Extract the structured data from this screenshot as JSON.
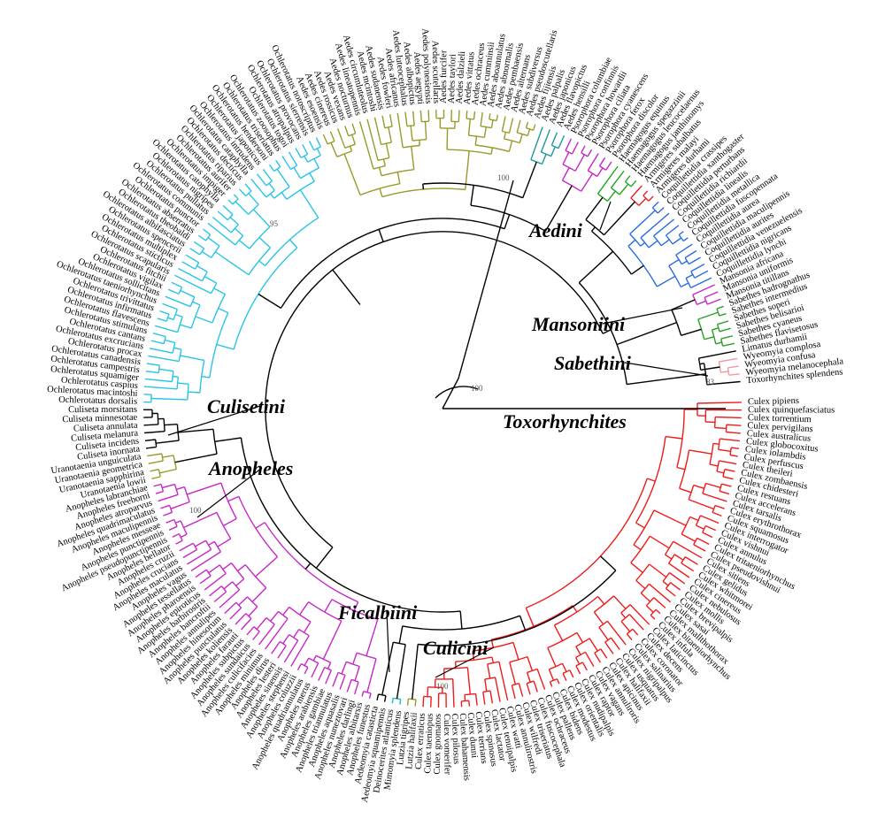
{
  "colors": {
    "Ochlerotatus": "#29c4e6",
    "Aedes": "#9a9a2a",
    "AedesSmall": "#1a9a9a",
    "Psorophora": "#c727c7",
    "Haemagogus": "#22a522",
    "Armigeres": "#e22424",
    "Coquillettidia": "#2a6de0",
    "Mansonia": "#c727c7",
    "Sabethes": "#2aa02a",
    "Limatus": "#9090e8",
    "Wyeomyia": "#f09a9a",
    "Culex": "#ee1c1c",
    "Anopheles": "#c727c7",
    "Uranotaenia": "#9a9a2a",
    "Culiseta": "#000000",
    "Ficalbiini": "#1fb8c9",
    "Lutzia": "#9a9a2a",
    "other": "#000000"
  },
  "clade_labels": [
    {
      "name": "Aedini",
      "id": "aedini"
    },
    {
      "name": "Mansoniini",
      "id": "mansoniini"
    },
    {
      "name": "Sabethini",
      "id": "sabethini"
    },
    {
      "name": "Toxorhynchites",
      "id": "toxorhynchites"
    },
    {
      "name": "Culisetini",
      "id": "culisetini"
    },
    {
      "name": "Anopheles",
      "id": "anopheles"
    },
    {
      "name": "Ficalbiini",
      "id": "ficalbiini"
    },
    {
      "name": "Culicini",
      "id": "culicini"
    }
  ],
  "bootstrap": [
    "100",
    "95",
    "100",
    "83",
    "100",
    "100"
  ],
  "groups": [
    {
      "color": "Culex",
      "taxa": [
        "Culex pipiens",
        "Culex quinquefasciatus",
        "Culex torrentium",
        "Culex pervigilans",
        "Culex australicus",
        "Culex globocoxitus",
        "Culex iolambdis",
        "Culex perfuscus",
        "Culex theileri",
        "Culex zombaensis",
        "Culex chidesteri",
        "Culex restuans",
        "Culex accelerans",
        "Culex tarsalis",
        "Culex erythrothorax",
        "Culex squamosus",
        "Culex interrogator",
        "Culex vishnui",
        "Culex annulus",
        "Culex tritaeniorhynchus",
        "Culex pseudovishnui",
        "Culex sitiens",
        "Culex gelidus",
        "Culex whitmorei",
        "Culex cinereus",
        "Culex nebulosus",
        "Culex mollis",
        "Culex brevipalpis",
        "Culex sasai",
        "Culex mallthothorax",
        "Culex bitaeniorhynchus",
        "Culex infula",
        "Culex laticinctus",
        "Culex decens",
        "Culex coronator",
        "Culex salinarius",
        "Culex nigripalpus",
        "Culex usquatus",
        "Culex halifaxii",
        "Culex apicinus",
        "Culex annuliroris",
        "Culex vagans",
        "Culex raptor",
        "Culex nudipalpis",
        "Culex orientalis",
        "Culex modestus",
        "Culex bidens",
        "Culex pallens",
        "Culex ochraceus",
        "Culex fuscocephala",
        "Culex triseriatus",
        "Culex wilfredi",
        "Culex annulirostris",
        "Culex watti",
        "Culex tenuipalpis",
        "Culex lactator",
        "Culex spinosus",
        "Culex terrians",
        "Culex dunni",
        "Culex bahamensis",
        "Culex pilosus",
        "Culex vomerifer",
        "Culex gnomatos",
        "Culex taeniopus",
        "Culex erraticus"
      ]
    },
    {
      "color": "Lutzia",
      "taxa": [
        "Lutzia halifaxii",
        "Lutzia tigripes"
      ]
    },
    {
      "color": "Ficalbiini",
      "taxa": [
        "Mimomyia splendens",
        "Deinocerites atlanticus"
      ]
    },
    {
      "color": "other",
      "taxa": [
        "Aedeomyia squamipennis",
        "Aedeomyia catasticta"
      ]
    },
    {
      "color": "Anopheles",
      "taxa": [
        "Anopheles funestus",
        "Anopheles albitarsis",
        "Anopheles darlingi",
        "Anopheles nuneztovari",
        "Anopheles aquasalis",
        "Anopheles triannulatus",
        "Anopheles gambiae",
        "Anopheles arabiensis",
        "Anopheles merus",
        "Anopheles quadriannulatus",
        "Anopheles coluzzii",
        "Anopheles stephensi",
        "Anopheles sinensis",
        "Anopheles lesteri",
        "Anopheles dirus",
        "Anopheles minimus",
        "Anopheles culicifacies",
        "Anopheles sundaicus",
        "Anopheles subpictus",
        "Anopheles farauti",
        "Anopheles koliensis",
        "Anopheles punctulatus",
        "Anopheles hinesorum",
        "Anopheles annulipes",
        "Anopheles bancroftii",
        "Anopheles barbirostris",
        "Anopheles epiroticus",
        "Anopheles pharoensis",
        "Anopheles tessellatus",
        "Anopheles vagus",
        "Anopheles maculatus",
        "Anopheles crucians",
        "Anopheles cruzii",
        "Anopheles bellator",
        "Anopheles pseudopunctipennis",
        "Anopheles punctipennis",
        "Anopheles messeae",
        "Anopheles maculipennis",
        "Anopheles quadrimaculatus",
        "Anopheles atroparvus",
        "Anopheles freeborni",
        "Anopheles labranchiae"
      ]
    },
    {
      "color": "Uranotaenia",
      "taxa": [
        "Uranotaenia lowii",
        "Uranotaenia sapphirina",
        "Uranotaenia geometrica",
        "Uranotaenia unguiculata"
      ]
    },
    {
      "color": "Culiseta",
      "taxa": [
        "Culiseta inornata",
        "Culiseta incidens",
        "Culiseta melanura",
        "Culiseta annulata",
        "Culiseta minnesotae",
        "Culiseta morsitans"
      ]
    },
    {
      "color": "Ochlerotatus",
      "taxa": [
        "Ochlerotatus dorsalis",
        "Ochlerotatus macintoshi",
        "Ochlerotatus caspius",
        "Ochlerotatus squamiger",
        "Ochlerotatus campestris",
        "Ochlerotatus canadensis",
        "Ochlerotatus procax",
        "Ochlerotatus excrucians",
        "Ochlerotatus cantans",
        "Ochlerotatus stimulans",
        "Ochlerotatus flavescens",
        "Ochlerotatus infirmatus",
        "Ochlerotatus trivittatus",
        "Ochlerotatus taeniorhynchus",
        "Ochlerotatus sollicitans",
        "Ochlerotatus vigilax",
        "Ochlerotatus fitchii",
        "Ochlerotatus scapularis",
        "Ochlerotatus sticticus",
        "Ochlerotatus multiplex",
        "Ochlerotatus spencerii",
        "Ochlerotatus albifasciatus",
        "Ochlerotatus theobaldi",
        "Ochlerotatus abserratus",
        "Ochlerotatus punctor",
        "Ochlerotatus communis",
        "Ochlerotatus pullatus",
        "Ochlerotatus nigripes",
        "Ochlerotatus catophylla",
        "Ochlerotatus impiger",
        "Ochlerotatus aurifer",
        "Ochlerotatus riparius",
        "Ochlerotatus decticus",
        "Ochlerotatus cataphylla",
        "Ochlerotatus intrudens",
        "Ochlerotatus japonicus",
        "Ochlerotatus hendersoni",
        "Ochlerotatus triseriatus",
        "Ochlerotatus zoosophus",
        "Ochlerotatus togoi",
        "Ochlerotatus atropalpus",
        "Ochlerotatus provocans",
        "Ochlerotatus sierrensis",
        "Ochlerotatus notoscriptus"
      ]
    },
    {
      "color": "Aedes",
      "taxa": [
        "Aedes esoensis",
        "Aedes cinereus",
        "Aedes rossicus",
        "Aedes vexans",
        "Aedes nocturnus",
        "Aedes lineatopennis",
        "Aedes circumluteolus",
        "Aedes mcintoshi",
        "Aedes sudanensis",
        "Aedes fowleri",
        "Aedes africanus",
        "Aedes luteocephalus",
        "Aedes albopictus",
        "Aedes aegypti",
        "Aedes polynesiensis",
        "Aedes scutellaris",
        "Aedes furcifer",
        "Aedes taylori",
        "Aedes dalzieli",
        "Aedes vittatus",
        "Aedes ochraceus",
        "Aedes cumminsii",
        "Aedes aboannulatus",
        "Aedes abnormalis",
        "Aedes pembaensis",
        "Aedes alternans",
        "Aedes subdiversus",
        "Aedes pseudoscutellaris",
        "Aedes fijiensis"
      ]
    },
    {
      "color": "AedesSmall",
      "taxa": [
        "Aedes palpalis",
        "Aedes japonicus",
        "Aedes flavopictus",
        "Aedes hensilli"
      ]
    },
    {
      "color": "Psorophora",
      "taxa": [
        "Psorophora columbiae",
        "Psorophora confinnis",
        "Psorophora howardii",
        "Psorophora ciliata",
        "Psorophora cyanescens",
        "Psorophora ferox",
        "Psorophora discolor"
      ]
    },
    {
      "color": "Haemagogus",
      "taxa": [
        "Haemagogus equinus",
        "Haemagogus spegazzinii",
        "Haemagogus leucocelaenus",
        "Haemagogus janthinomys"
      ]
    },
    {
      "color": "Armigeres",
      "taxa": [
        "Armigeres subalbatus",
        "Armigeres malayi",
        "Armigeres durhami"
      ]
    },
    {
      "color": "Coquillettidia",
      "taxa": [
        "Coquillettidia crassipes",
        "Coquillettidia xanthogaster",
        "Coquillettidia perturbans",
        "Coquillettidia richiardii",
        "Coquillettidia linealis",
        "Coquillettidia metallica",
        "Coquillettidia fuscopennata",
        "Coquillettidia aurea",
        "Coquillettidia maculipennis",
        "Coquillettidia aurites",
        "Coquillettidia venezuelensis",
        "Coquillettidia nigricans",
        "Coquillettidia lynchi"
      ]
    },
    {
      "color": "Mansonia",
      "taxa": [
        "Mansonia africana",
        "Mansonia uniformis",
        "Mansonia titillans"
      ]
    },
    {
      "color": "Sabethes",
      "taxa": [
        "Sabethes hadrognathus",
        "Sabethes intermedius",
        "Sabethes soperi",
        "Sabethes belisarioi",
        "Sabethes cyaneus",
        "Sabethes flavisetosus"
      ]
    },
    {
      "color": "Limatus",
      "taxa": [
        "Limatus durhamii"
      ]
    },
    {
      "color": "Wyeomyia",
      "taxa": [
        "Wyeomyia complosa",
        "Wyeomyia confusa",
        "Wyeomyia melanocephala"
      ]
    },
    {
      "color": "other",
      "taxa": [
        "Toxorhynchites splendens"
      ]
    }
  ]
}
